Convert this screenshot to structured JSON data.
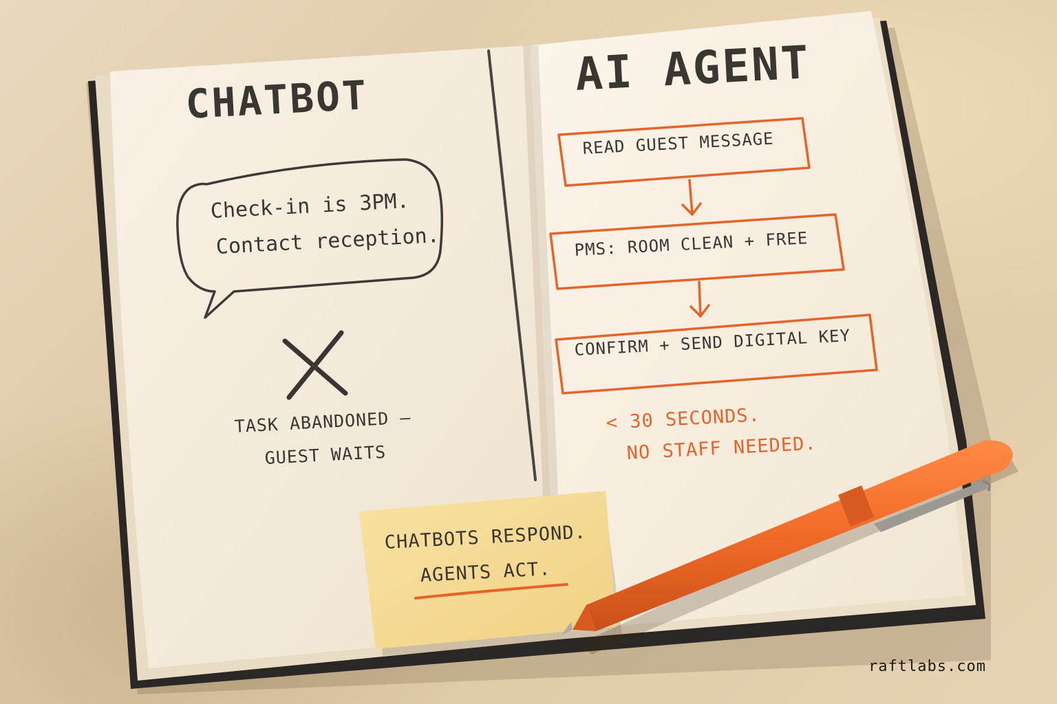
{
  "left_page": {
    "title": "CHATBOT",
    "bubble": {
      "line1": "Check-in is 3PM.",
      "line2": "Contact reception."
    },
    "failure_icon": "x-mark-icon",
    "caption": {
      "line1": "TASK ABANDONED –",
      "line2": "GUEST WAITS"
    }
  },
  "right_page": {
    "title": "AI AGENT",
    "steps": [
      "READ GUEST MESSAGE",
      "PMS: ROOM CLEAN + FREE",
      "CONFIRM + SEND DIGITAL KEY"
    ],
    "arrow_icon": "arrow-down-icon",
    "result": {
      "line1": "< 30 SECONDS.",
      "line2": "NO STAFF NEEDED."
    }
  },
  "sticky_note": {
    "line1": "CHATBOTS RESPOND.",
    "line2": "AGENTS ACT."
  },
  "pen_icon": "pen-icon",
  "watermark": "raftlabs.com",
  "colors": {
    "ink_dark": "#3a3632",
    "ink_orange": "#e5642a",
    "paper": "#f7efe2",
    "cover": "#2b2724",
    "sticky_note": "#f6dc96",
    "pen": "#f06a26"
  }
}
